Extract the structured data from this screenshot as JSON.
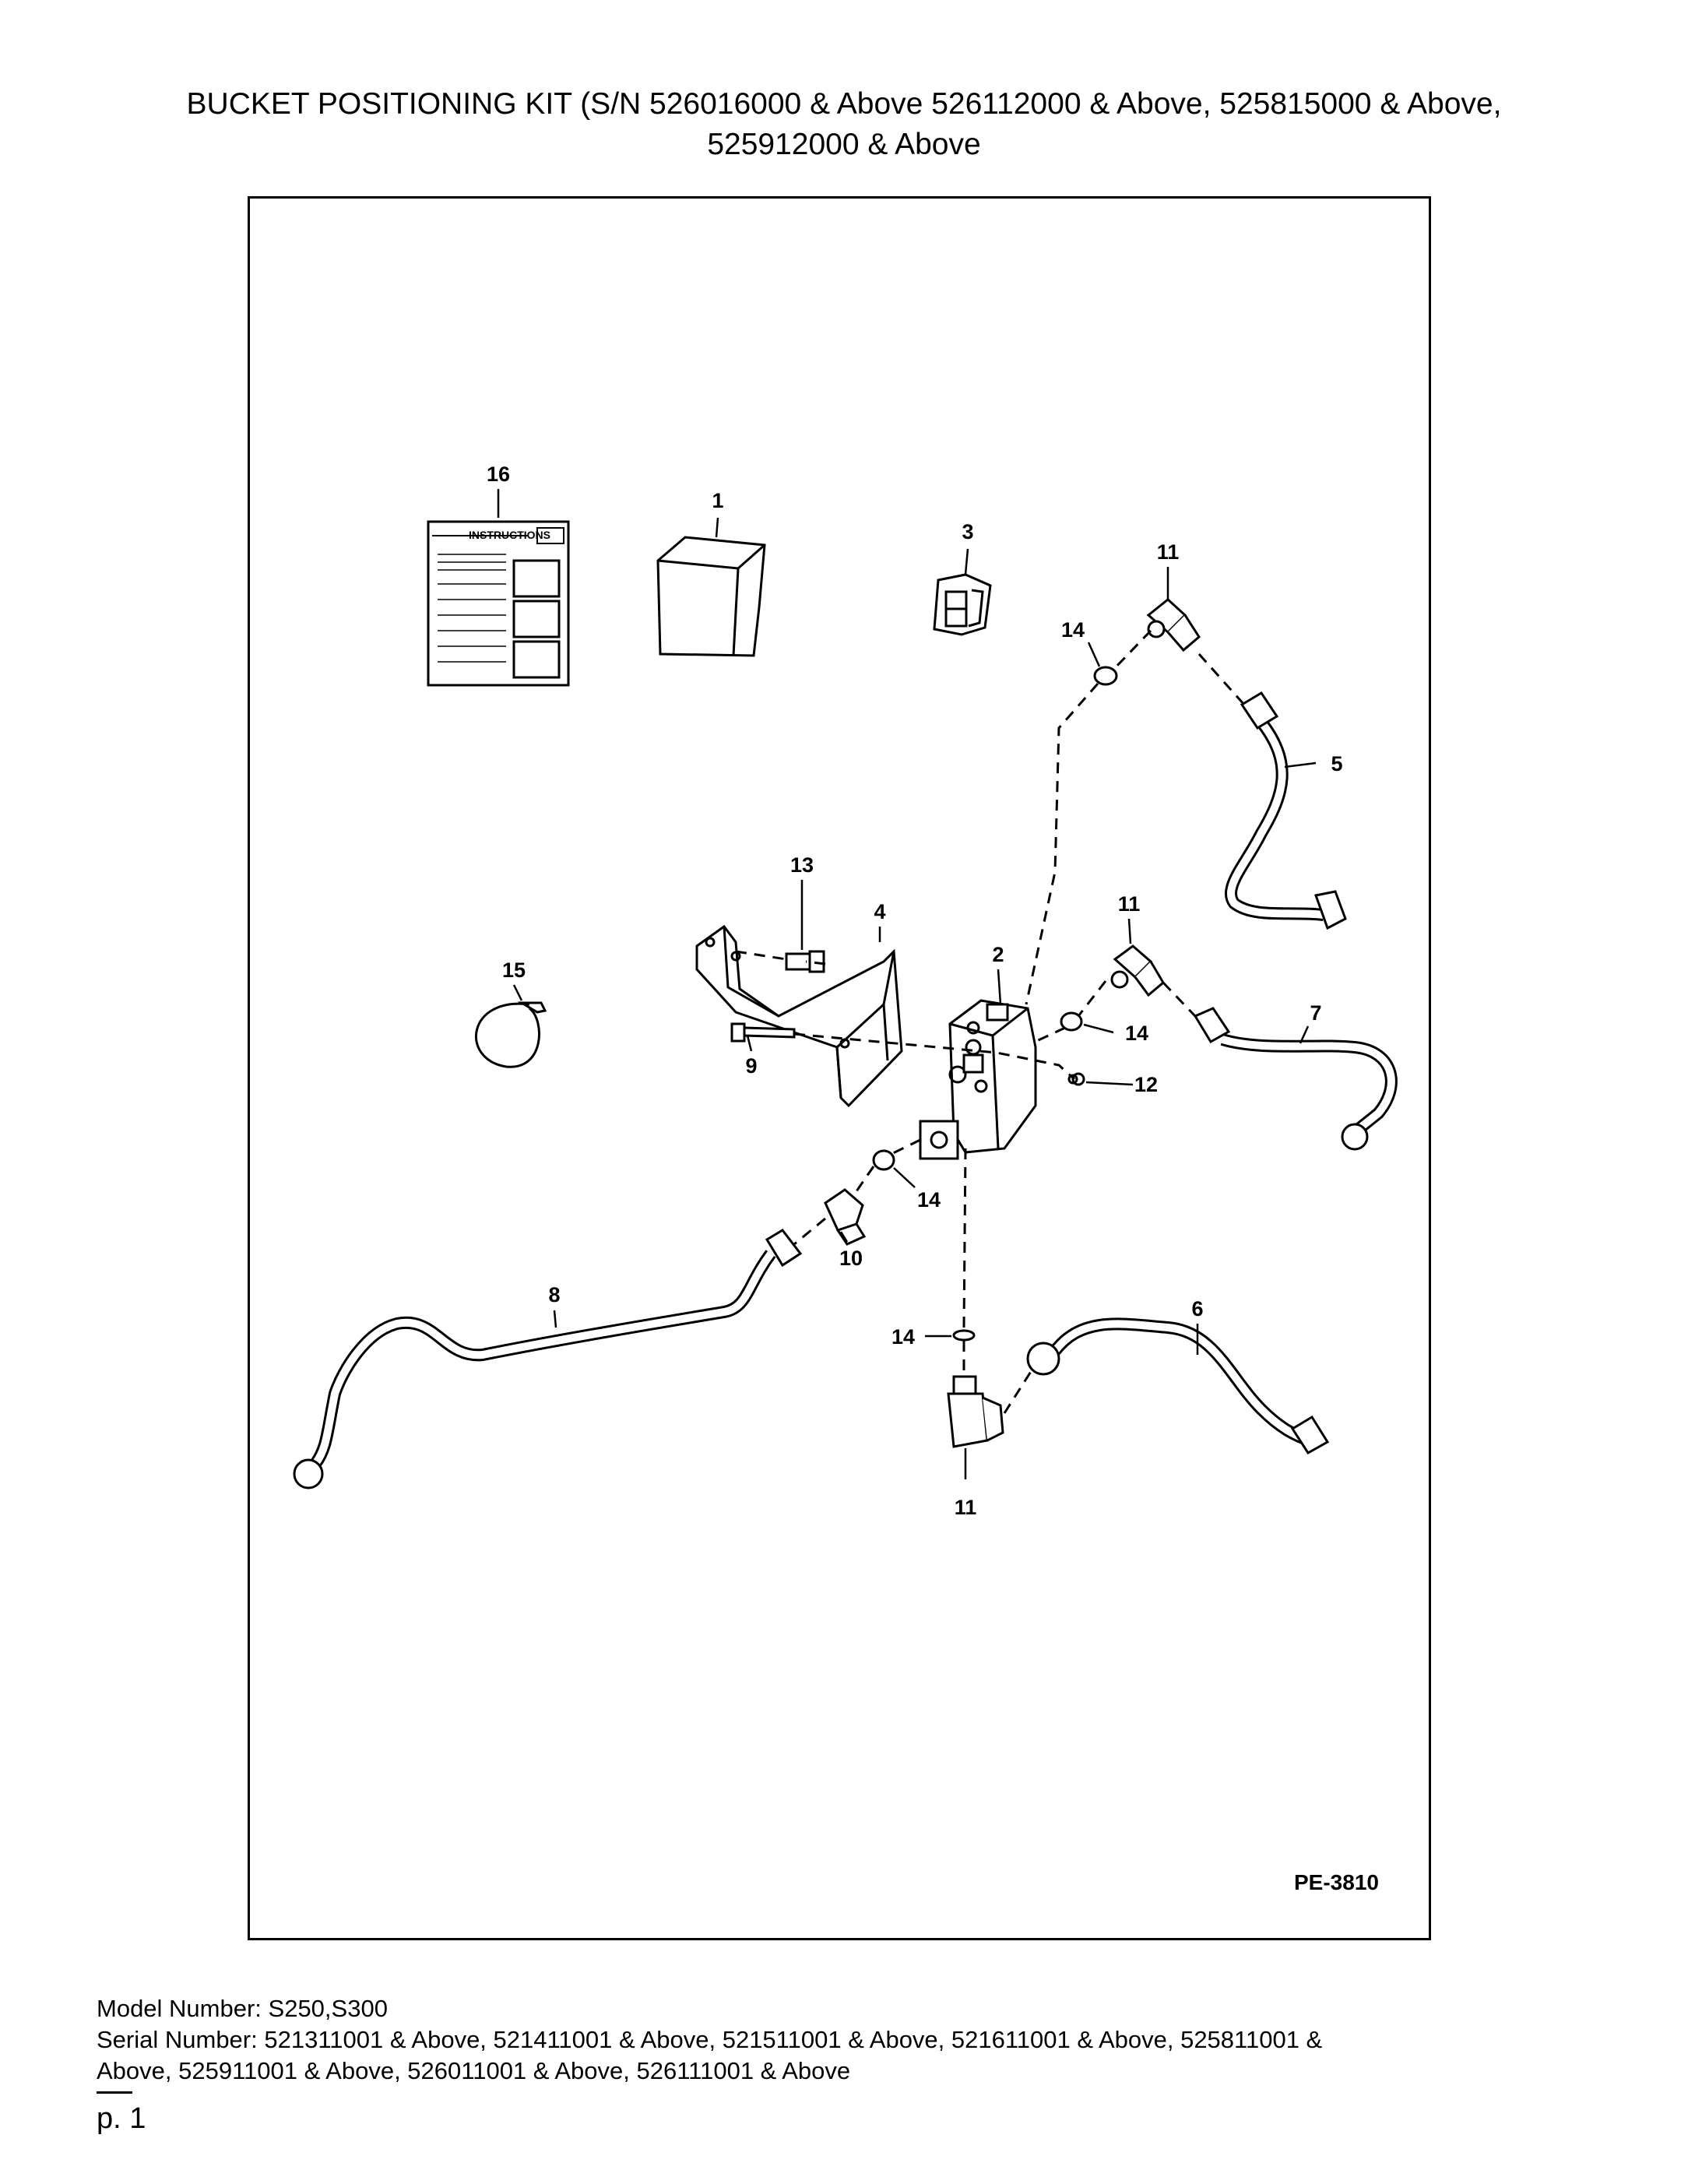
{
  "title": {
    "line1": "BUCKET POSITIONING KIT (S/N 526016000 & Above 526112000 & Above, 525815000 & Above,",
    "line2": "525912000 & Above"
  },
  "diagram": {
    "drawing_code": "PE-3810",
    "instructions_label": "INSTRUCTIONS",
    "callouts": {
      "c1": "1",
      "c2": "2",
      "c3": "3",
      "c4": "4",
      "c5": "5",
      "c6": "6",
      "c7": "7",
      "c8": "8",
      "c9": "9",
      "c10": "10",
      "c11a": "11",
      "c11b": "11",
      "c11c": "11",
      "c12": "12",
      "c13": "13",
      "c14a": "14",
      "c14b": "14",
      "c14c": "14",
      "c14d": "14",
      "c15": "15",
      "c16": "16"
    }
  },
  "footer": {
    "model": "Model Number: S250,S300",
    "serial_line1": "Serial Number: 521311001 & Above, 521411001 & Above, 521511001 & Above, 521611001 & Above, 525811001 &",
    "serial_line2": "Above, 525911001 & Above, 526011001 & Above, 526111001 & Above",
    "page": "p. 1"
  }
}
